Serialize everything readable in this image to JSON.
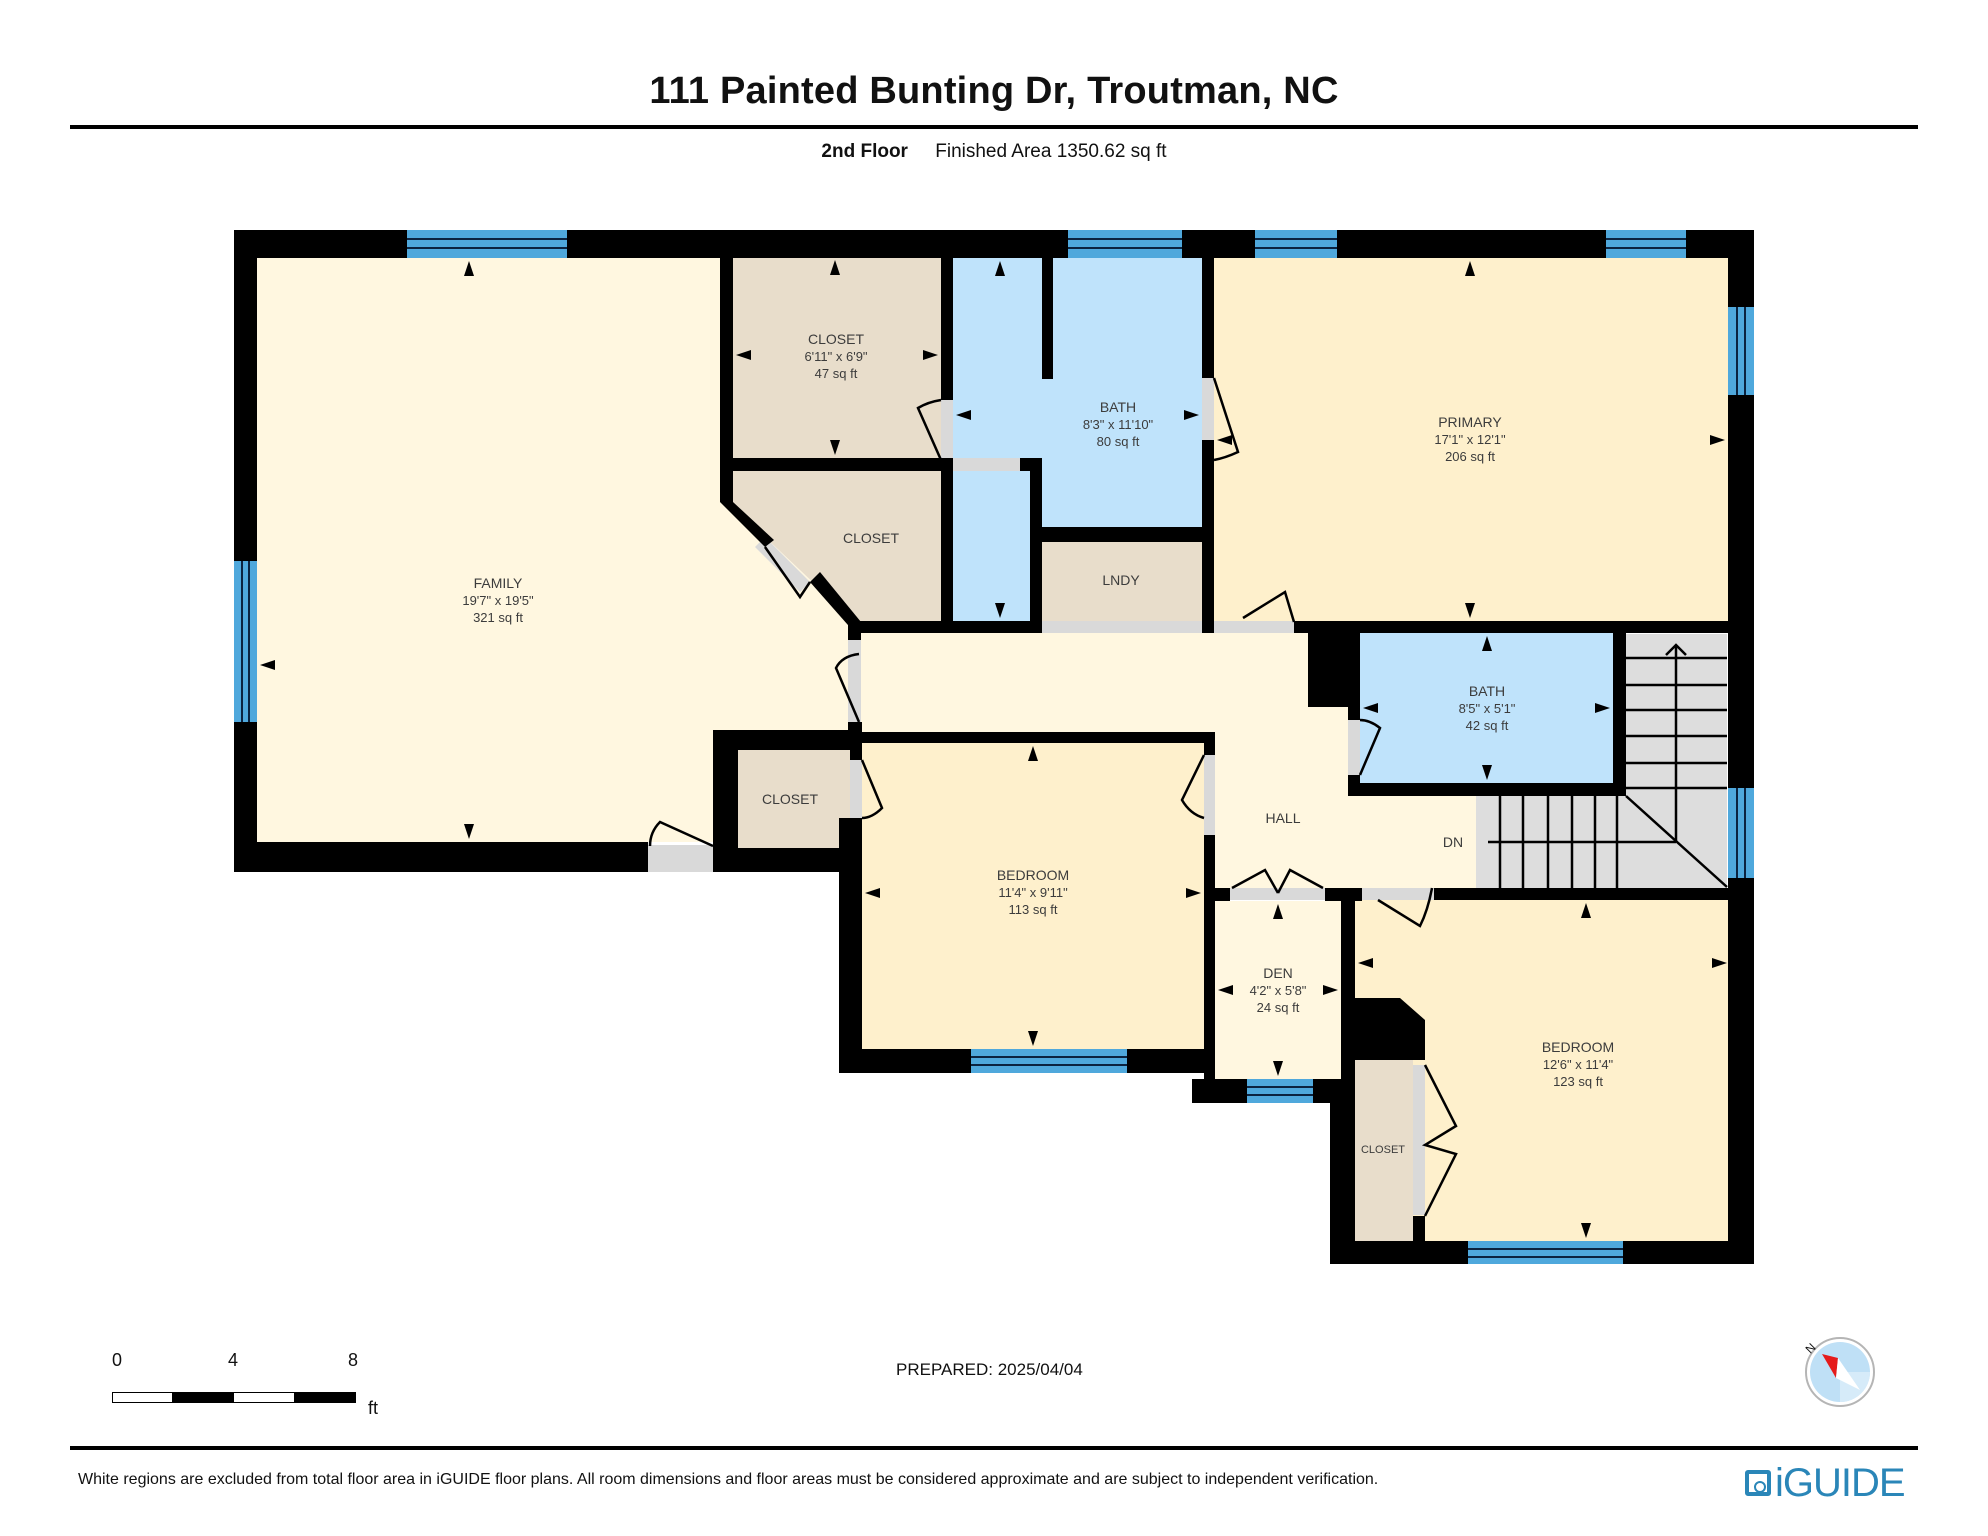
{
  "header": {
    "title": "111 Painted Bunting Dr, Troutman, NC",
    "floor_label": "2nd Floor",
    "finished_area": "Finished Area 1350.62 sq ft"
  },
  "colors": {
    "wall": "#000000",
    "window": "#4fa8dc",
    "door_gap": "#d9d9d9",
    "living": "#fff7e0",
    "bedroom": "#fef0cc",
    "bath": "#bfe3fb",
    "closet": "#e8ddcb",
    "stairs": "#dddddd"
  },
  "rooms": [
    {
      "name": "FAMILY",
      "dims": "19'7\" x 19'5\"",
      "area": "321 sq ft"
    },
    {
      "name": "CLOSET",
      "dims": "6'11\" x 6'9\"",
      "area": "47 sq ft"
    },
    {
      "name": "BATH",
      "dims": "8'3\" x 11'10\"",
      "area": "80 sq ft"
    },
    {
      "name": "PRIMARY",
      "dims": "17'1\" x 12'1\"",
      "area": "206 sq ft"
    },
    {
      "name": "CLOSET"
    },
    {
      "name": "LNDY"
    },
    {
      "name": "BATH",
      "dims": "8'5\" x 5'1\"",
      "area": "42 sq ft"
    },
    {
      "name": "CLOSET"
    },
    {
      "name": "HALL"
    },
    {
      "name": "BEDROOM",
      "dims": "11'4\" x 9'11\"",
      "area": "113 sq ft"
    },
    {
      "name": "DEN",
      "dims": "4'2\" x 5'8\"",
      "area": "24 sq ft"
    },
    {
      "name": "BEDROOM",
      "dims": "12'6\" x 11'4\"",
      "area": "123 sq ft"
    },
    {
      "name": "CLOSET"
    }
  ],
  "stairs": {
    "label": "DN"
  },
  "scale_bar": {
    "ticks": [
      "0",
      "4",
      "8"
    ],
    "unit": "ft"
  },
  "prepared": "PREPARED: 2025/04/04",
  "compass": {
    "north_label": "N"
  },
  "footer": {
    "disclaimer": "White regions are excluded from total floor area in iGUIDE floor plans. All room dimensions and floor areas must be considered approximate and are subject to independent verification.",
    "logo_text": "iGUIDE"
  }
}
